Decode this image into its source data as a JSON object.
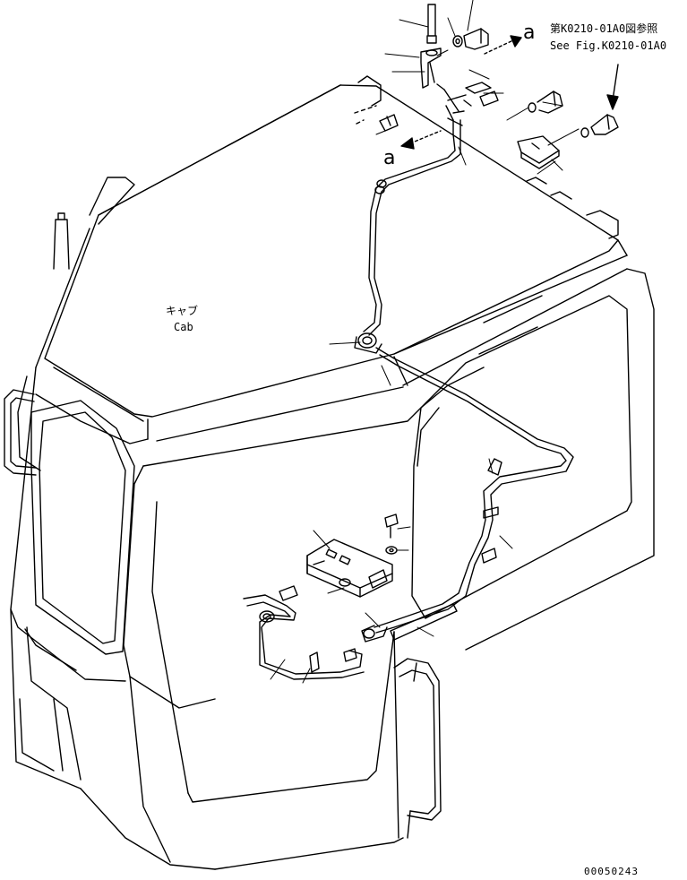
{
  "reference": {
    "jp": "第K0210-01A0図参照",
    "en": "See Fig.K0210-01A0"
  },
  "cab_label": {
    "jp": "キャブ",
    "en": "Cab"
  },
  "view_marker": "a",
  "figure_number": "00050243",
  "colors": {
    "line": "#000000",
    "background": "#ffffff"
  }
}
